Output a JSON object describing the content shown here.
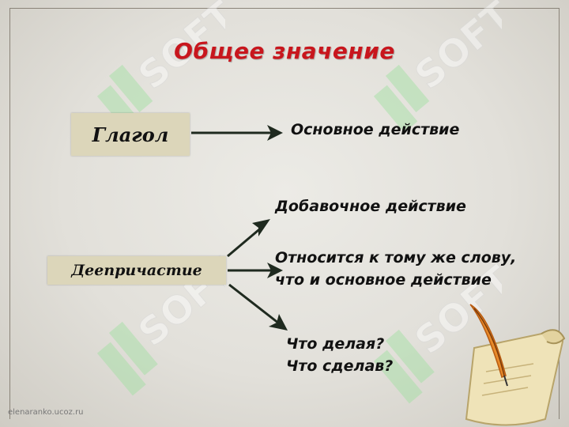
{
  "title": "Общее значение",
  "verb_box": "Глагол",
  "verb_meaning": "Основное действие",
  "gerund_box": "Деепричастие",
  "branches": {
    "upper": "Добавочное действие",
    "middle_line1": "Относится к тому же слову,",
    "middle_line2": "что и основное действие",
    "lower_line1": "Что делая?",
    "lower_line2": "Что сделав?"
  },
  "watermark": "SOFT",
  "footer": "elenaranko.ucoz.ru",
  "colors": {
    "title": "#c8161d",
    "box_fill": "#dcd6ba",
    "arrow": "#1f2a1f",
    "watermark": "#9fe0a0"
  }
}
